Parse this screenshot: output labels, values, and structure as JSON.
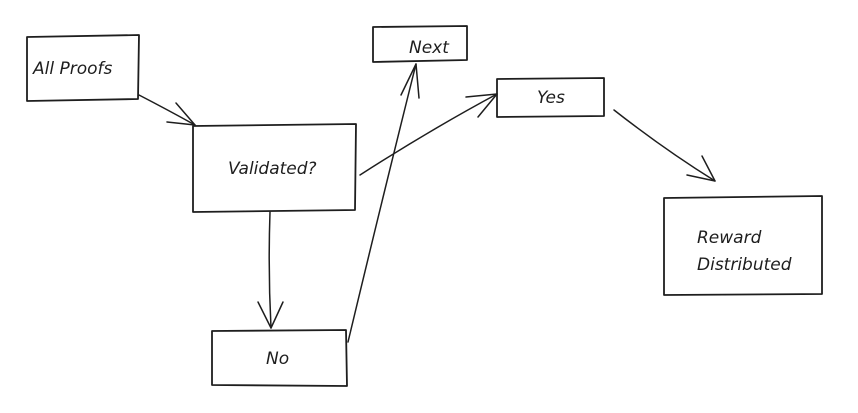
{
  "diagram": {
    "type": "flowchart",
    "nodes": {
      "all_proofs": {
        "label": "All Proofs"
      },
      "validated": {
        "label": "Validated?"
      },
      "next": {
        "label": "Next"
      },
      "yes": {
        "label": "Yes"
      },
      "no": {
        "label": "No"
      },
      "reward": {
        "label_line1": "Reward",
        "label_line2": "Distributed"
      }
    },
    "edges": [
      {
        "from": "All Proofs",
        "to": "Validated?"
      },
      {
        "from": "Validated?",
        "to": "Yes"
      },
      {
        "from": "Validated?",
        "to": "No"
      },
      {
        "from": "No",
        "to": "Next"
      },
      {
        "from": "Yes",
        "to": "Reward Distributed"
      }
    ]
  }
}
